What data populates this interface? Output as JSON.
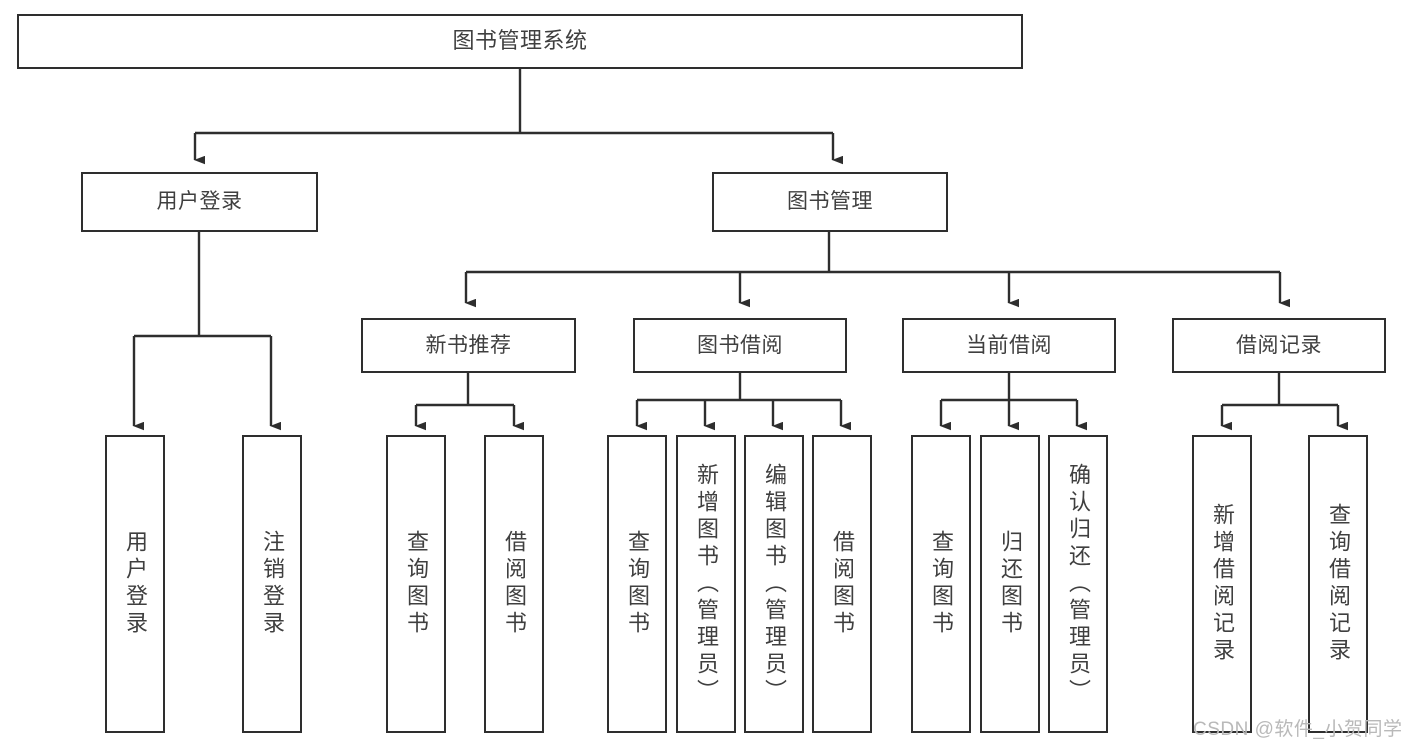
{
  "diagram": {
    "title": "图书管理系统",
    "type": "hierarchy-tree",
    "levels": 4,
    "root": {
      "label": "图书管理系统"
    },
    "level1": [
      {
        "label": "用户登录"
      },
      {
        "label": "图书管理"
      }
    ],
    "level2": [
      {
        "label": "新书推荐",
        "parent": "图书管理"
      },
      {
        "label": "图书借阅",
        "parent": "图书管理"
      },
      {
        "label": "当前借阅",
        "parent": "图书管理"
      },
      {
        "label": "借阅记录",
        "parent": "图书管理"
      }
    ],
    "leaves": {
      "user_login": [
        {
          "label": "用户登录"
        },
        {
          "label": "注销登录"
        }
      ],
      "new_book_recommend": [
        {
          "label": "查询图书"
        },
        {
          "label": "借阅图书"
        }
      ],
      "book_borrow": [
        {
          "label": "查询图书"
        },
        {
          "label": "新增图书（管理员）"
        },
        {
          "label": "编辑图书（管理员）"
        },
        {
          "label": "借阅图书"
        }
      ],
      "current_borrow": [
        {
          "label": "查询图书"
        },
        {
          "label": "归还图书"
        },
        {
          "label": "确认归还（管理员）"
        }
      ],
      "borrow_records": [
        {
          "label": "新增借阅记录"
        },
        {
          "label": "查询借阅记录"
        }
      ]
    }
  },
  "watermark": {
    "text": "CSDN @软件_小贺同学"
  },
  "colors": {
    "stroke": "#2e2e2e",
    "text": "#3f3f3f",
    "background": "#ffffff",
    "watermark": "#b9b9b9"
  }
}
